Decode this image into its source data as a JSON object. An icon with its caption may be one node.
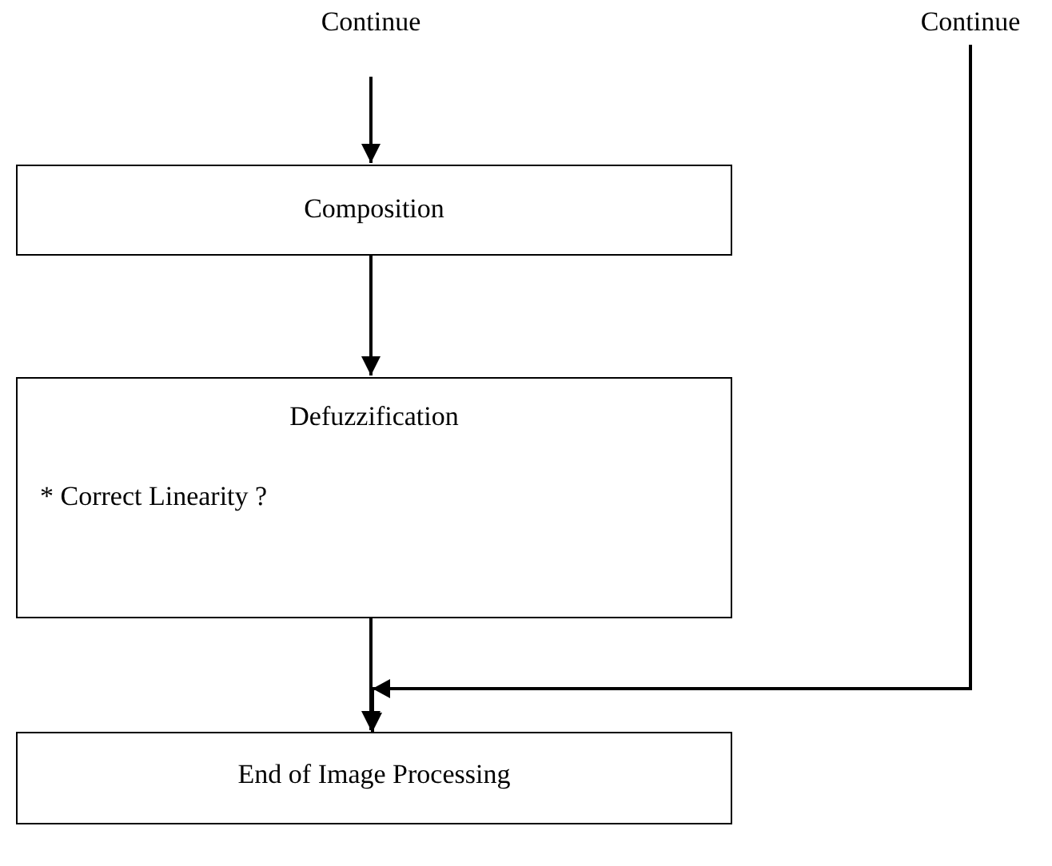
{
  "diagram": {
    "nodes": [
      {
        "text": [
          "Continue"
        ]
      },
      {
        "text": [
          "Continue"
        ]
      },
      {
        "text": [
          "Composition"
        ]
      },
      {
        "text": [
          "Defuzzification",
          "* Correct Linearity ?"
        ]
      },
      {
        "text": [
          "End of Image Processing"
        ]
      }
    ],
    "edges": [
      {
        "from": 0,
        "to": 2,
        "arrow": "to"
      },
      {
        "from": 2,
        "to": 3,
        "arrow": "to"
      },
      {
        "from": 3,
        "to": 4,
        "arrow": "to"
      },
      {
        "from": 1,
        "to": 4,
        "arrow": "to"
      }
    ]
  }
}
